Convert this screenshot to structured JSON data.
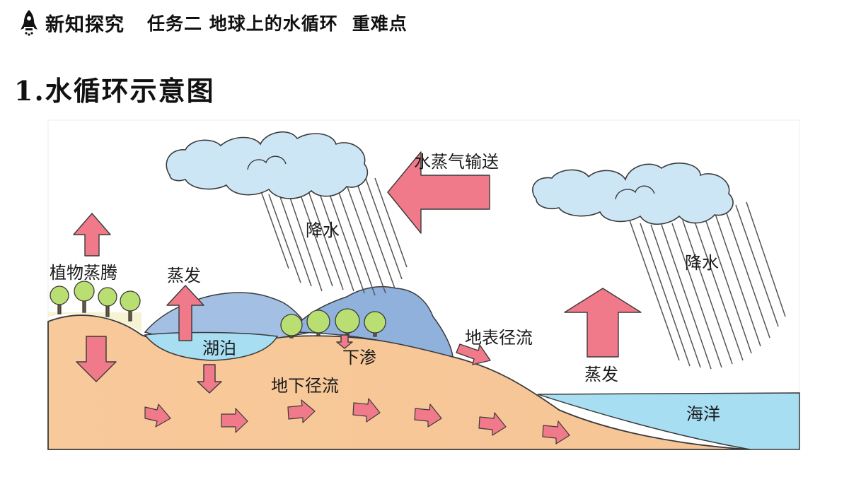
{
  "header": {
    "section": "新知探究",
    "task": "任务二 地球上的水循环",
    "badge": "重难点"
  },
  "title": "1.水循环示意图",
  "labels": {
    "vapor_transport": "水蒸气输送",
    "precip_land": "降水",
    "precip_sea": "降水",
    "transpiration": "植物蒸腾",
    "evap_lake": "蒸发",
    "evap_sea": "蒸发",
    "lake": "湖泊",
    "infiltration": "下渗",
    "surface_runoff": "地表径流",
    "groundwater_flow": "地下径流",
    "ocean": "海洋"
  },
  "icons": [
    "rocket-icon"
  ],
  "colors": {
    "arrow": "#f07a8a",
    "cloud": "#cde6f6",
    "water": "#a8def2",
    "ground": "#f8c99a",
    "mountain": "#8fb1dc",
    "tree": "#b9df72"
  }
}
